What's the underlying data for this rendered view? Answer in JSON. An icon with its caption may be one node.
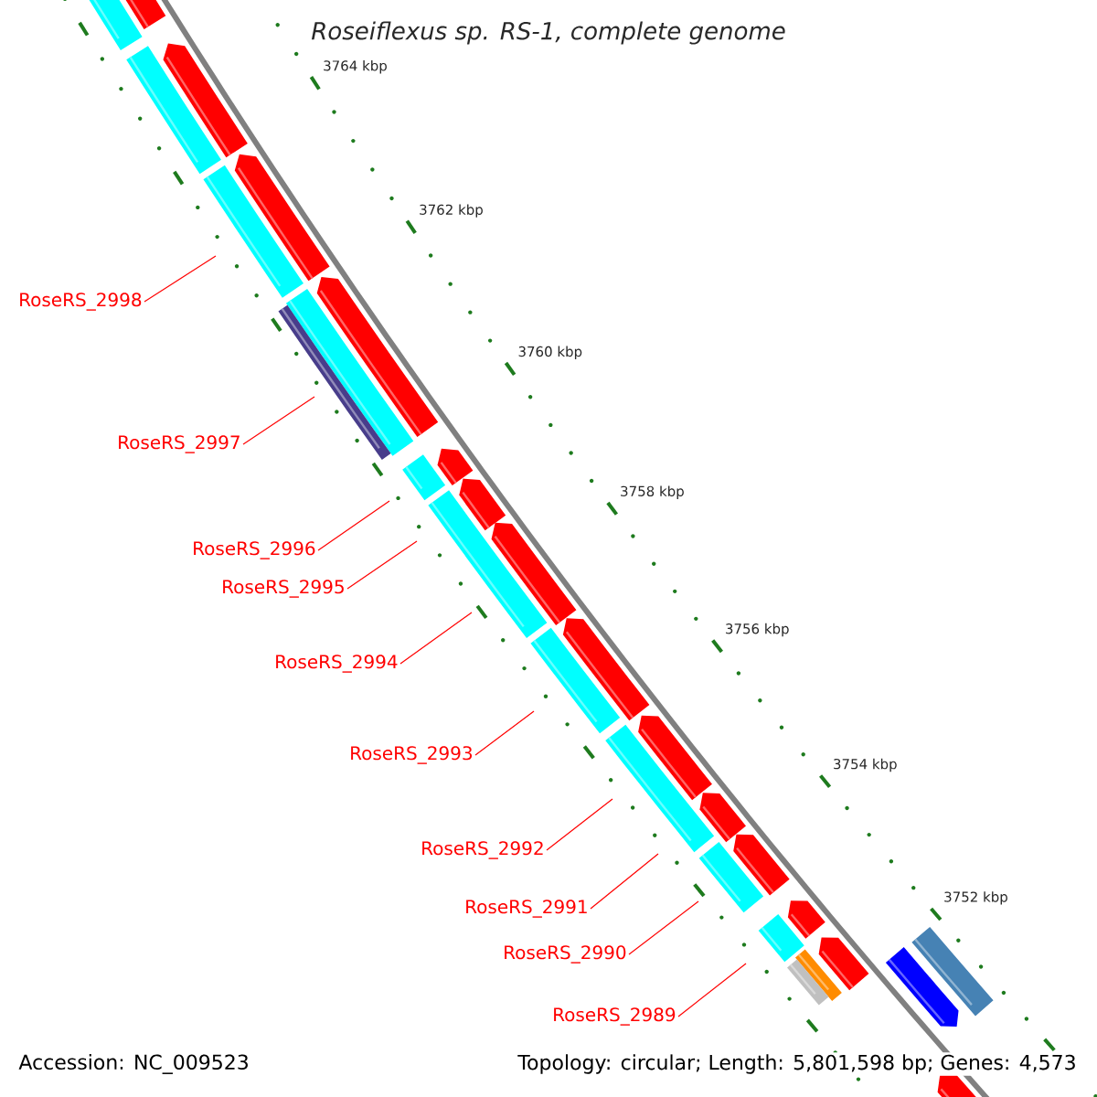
{
  "diagram": {
    "title": "Roseiflexus sp. RS-1, complete genome",
    "nodes": [
      {
        "text": [
          "RoseRS_2998"
        ]
      },
      {
        "text": [
          "RoseRS_2997"
        ]
      },
      {
        "text": [
          "RoseRS_2996"
        ]
      },
      {
        "text": [
          "RoseRS_2995"
        ]
      },
      {
        "text": [
          "RoseRS_2994"
        ]
      },
      {
        "text": [
          "RoseRS_2993"
        ]
      },
      {
        "text": [
          "RoseRS_2992"
        ]
      },
      {
        "text": [
          "RoseRS_2991"
        ]
      },
      {
        "text": [
          "RoseRS_2990"
        ]
      },
      {
        "text": [
          "RoseRS_2989"
        ]
      }
    ],
    "edges": [
      {
        "from": 0,
        "to": null,
        "arrow": "none"
      },
      {
        "from": 1,
        "to": null,
        "arrow": "none"
      },
      {
        "from": 2,
        "to": null,
        "arrow": "none"
      },
      {
        "from": 3,
        "to": null,
        "arrow": "none"
      },
      {
        "from": 4,
        "to": null,
        "arrow": "none"
      },
      {
        "from": 5,
        "to": null,
        "arrow": "none"
      },
      {
        "from": 6,
        "to": null,
        "arrow": "none"
      },
      {
        "from": 7,
        "to": null,
        "arrow": "none"
      },
      {
        "from": 8,
        "to": null,
        "arrow": "none"
      },
      {
        "from": 9,
        "to": null,
        "arrow": "none"
      }
    ],
    "labels": [
      "3764 kbp",
      "3762 kbp",
      "3760 kbp",
      "3758 kbp",
      "3756 kbp",
      "3754 kbp",
      "3752 kbp",
      "Accession: NC_009523",
      "Topology: circular; Length: 5,801,598 bp; Genes: 4,573"
    ]
  }
}
